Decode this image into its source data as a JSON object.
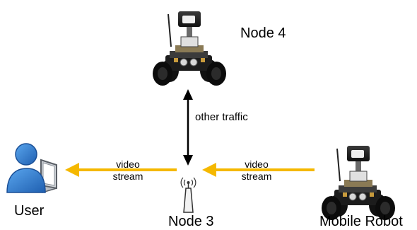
{
  "nodes": {
    "node4": {
      "label": "Node 4"
    },
    "node3": {
      "label": "Node 3"
    },
    "user": {
      "label": "User"
    },
    "mobile_robot": {
      "label": "Mobile Robot"
    }
  },
  "links": {
    "robot_to_node3": {
      "line1": "video",
      "line2": "stream"
    },
    "node3_to_user": {
      "line1": "video",
      "line2": "stream"
    },
    "node3_node4": {
      "label": "other traffic"
    }
  },
  "colors": {
    "video_arrow": "#F5B800",
    "traffic_arrow": "#000000",
    "user_blue": "#2E7BD6",
    "robot_dark": "#2a2a2a"
  },
  "icons": {
    "node4": "robot-icon",
    "node3": "wireless-access-point-icon",
    "user": "user-with-laptop-icon",
    "mobile_robot": "robot-icon"
  }
}
